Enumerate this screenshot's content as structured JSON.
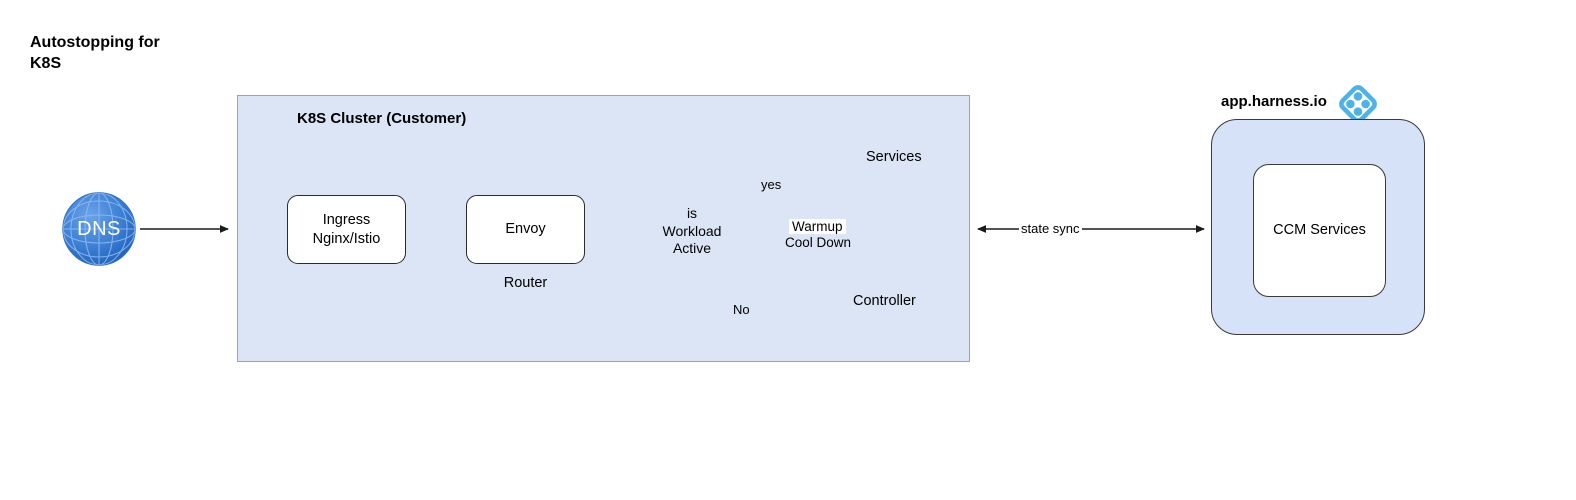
{
  "title": "Autostopping for\nK8S",
  "cluster": {
    "label": "K8S Cluster (Customer)",
    "icon": "kubernetes-icon",
    "fill_color": "#dce5f5",
    "border_color": "#8ba4d4"
  },
  "harness": {
    "label": "app.harness.io",
    "logo_icon": "harness-logo-icon",
    "cloud_icon": "gcp-logo-icon",
    "inner": {
      "label": "CCM Services",
      "icon": "kubernetes-icon"
    },
    "fill_color": "#d5e2f7"
  },
  "nodes": {
    "dns": {
      "label": "DNS",
      "icon": "dns-globe-icon"
    },
    "ingress": {
      "label": "Ingress\nNginx/Istio"
    },
    "envoy": {
      "label": "Envoy",
      "sublabel": "Router"
    },
    "decision": {
      "label": "is\nWorkload\nActive"
    },
    "services": {
      "label": "Services",
      "icon": "services-cubes-icon"
    },
    "controller": {
      "label": "Controller",
      "icon": "controller-cube-icon"
    }
  },
  "edges": {
    "yes": "yes",
    "no": "No",
    "state_sync": "state sync",
    "warmup": "Warmup",
    "cool_down": "Cool Down"
  },
  "colors": {
    "kubernetes_blue": "#326ce5",
    "harness_blue": "#4db2e8",
    "arrow": "#1a1a1a",
    "cluster_fill": "#dce5f5",
    "harness_fill": "#d5e2f7"
  }
}
